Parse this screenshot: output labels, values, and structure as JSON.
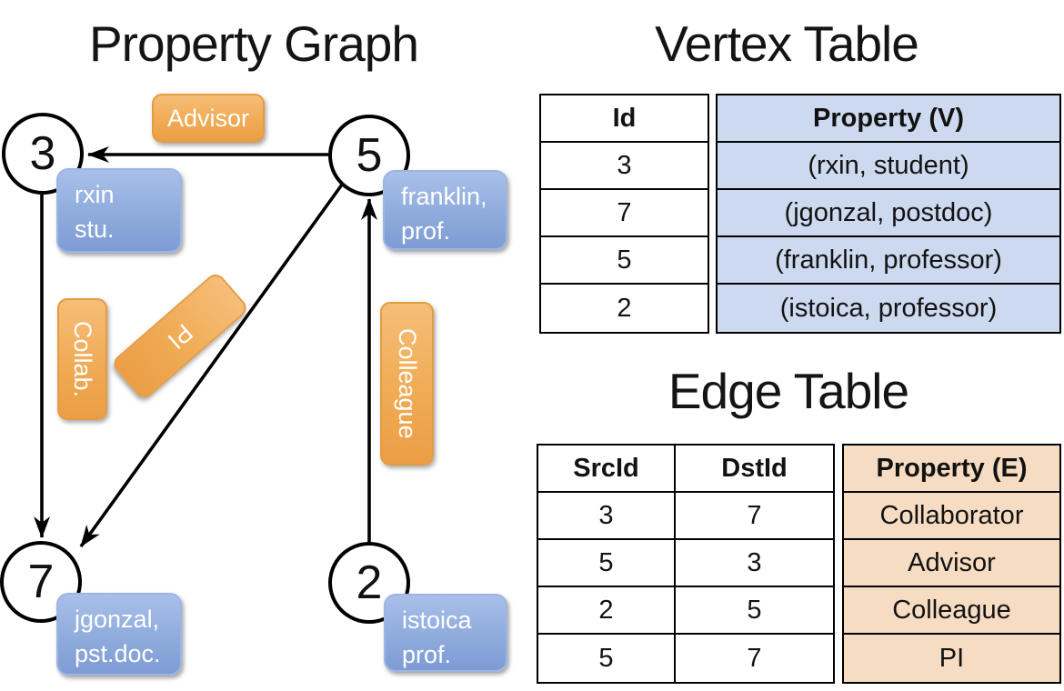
{
  "graph": {
    "title": "Property Graph",
    "nodes": [
      {
        "id": "3",
        "label_lines": [
          "rxin",
          "stu."
        ]
      },
      {
        "id": "5",
        "label_lines": [
          "franklin,",
          "prof."
        ]
      },
      {
        "id": "7",
        "label_lines": [
          "jgonzal,",
          "pst.doc."
        ]
      },
      {
        "id": "2",
        "label_lines": [
          "istoica",
          "prof."
        ]
      }
    ],
    "edge_labels": {
      "advisor": "Advisor",
      "collab": "Collab.",
      "pi": "PI",
      "colleague": "Colleague"
    }
  },
  "vertex_table": {
    "title": "Vertex Table",
    "headers": {
      "id": "Id",
      "property": "Property (V)"
    },
    "rows": [
      {
        "id": "3",
        "property": "(rxin, student)"
      },
      {
        "id": "7",
        "property": "(jgonzal, postdoc)"
      },
      {
        "id": "5",
        "property": "(franklin, professor)"
      },
      {
        "id": "2",
        "property": "(istoica, professor)"
      }
    ]
  },
  "edge_table": {
    "title": "Edge Table",
    "headers": {
      "src": "SrcId",
      "dst": "DstId",
      "property": "Property (E)"
    },
    "rows": [
      {
        "src": "3",
        "dst": "7",
        "property": "Collaborator"
      },
      {
        "src": "5",
        "dst": "3",
        "property": "Advisor"
      },
      {
        "src": "2",
        "dst": "5",
        "property": "Colleague"
      },
      {
        "src": "5",
        "dst": "7",
        "property": "PI"
      }
    ]
  },
  "colors": {
    "edge_label_orange": "#f0ab55",
    "vertex_box_blue": "#93afdf",
    "vertex_table_fill": "#cdd9ef",
    "edge_table_fill": "#f6dcc2",
    "line_color": "#000000"
  }
}
